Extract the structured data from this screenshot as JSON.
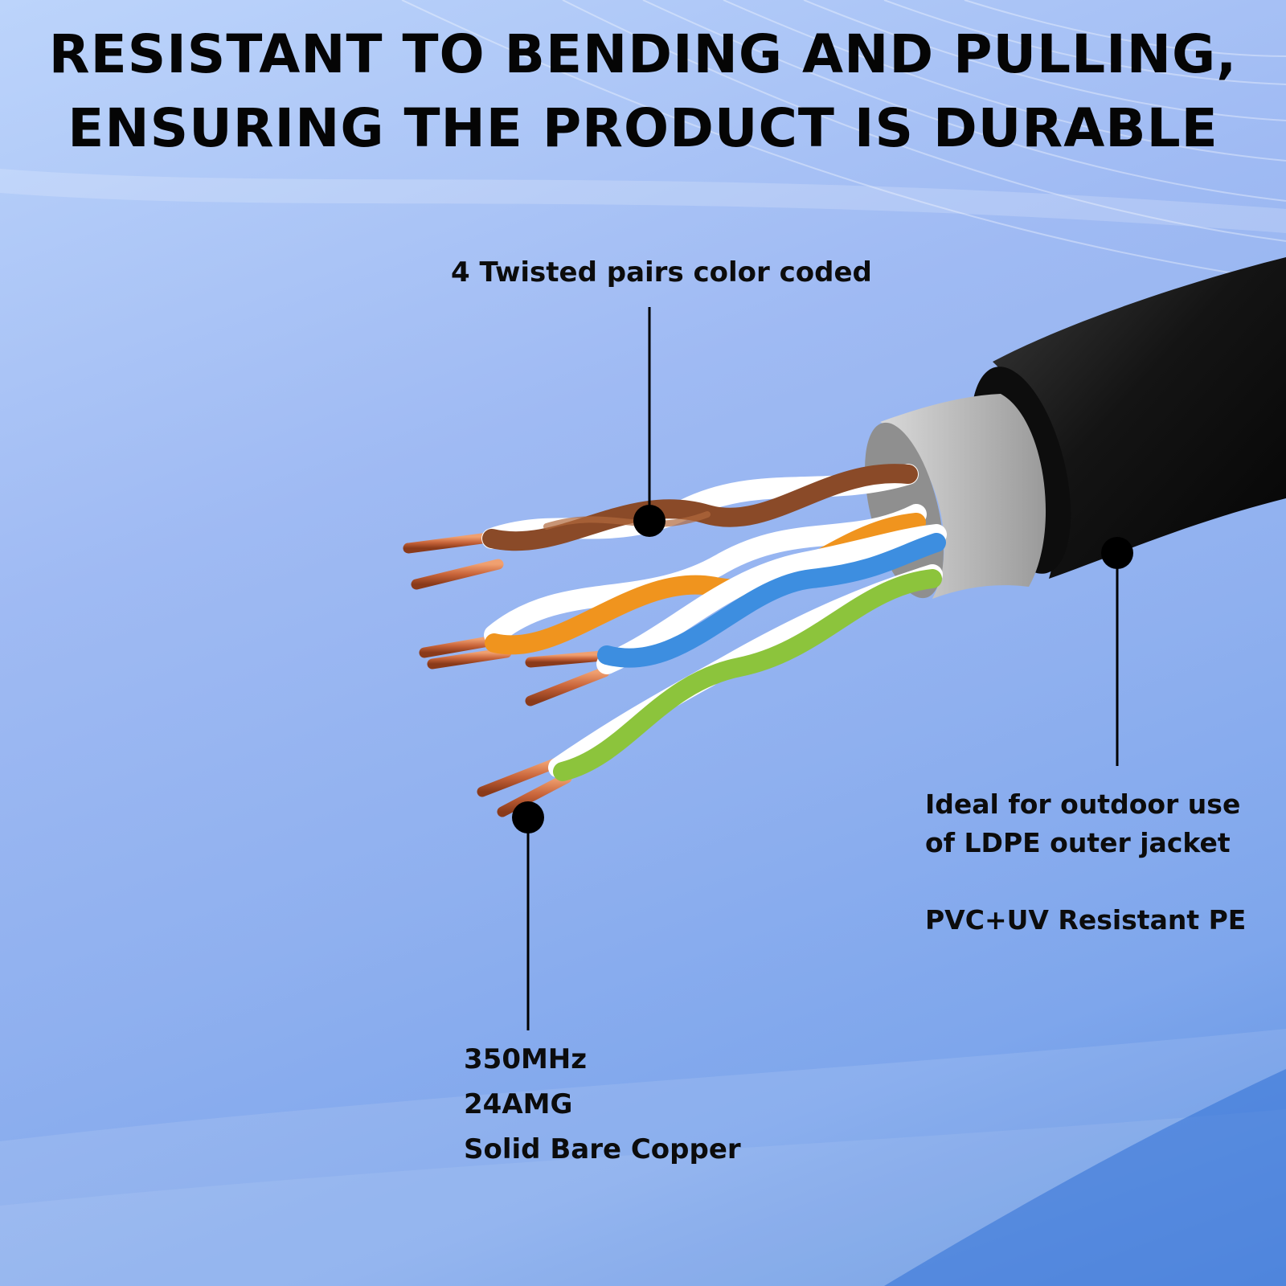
{
  "headline": {
    "line1": "RESISTANT TO BENDING AND PULLING,",
    "line2": "ENSURING THE PRODUCT IS DURABLE"
  },
  "callouts": {
    "pairs": "4 Twisted pairs color coded",
    "outdoor_line1": "Ideal for outdoor use",
    "outdoor_line2": "of LDPE outer jacket",
    "pvc": "PVC+UV Resistant PE",
    "frequency": "350MHz",
    "awg": "24AMG",
    "conductor": "Solid Bare Copper"
  },
  "colors": {
    "jacket": "#1a1a1a",
    "inner_sheath": "#b9b9b9",
    "copper": "#c8643a",
    "pair_brown": "#8a4a28",
    "pair_orange": "#f0941e",
    "pair_blue": "#3d8ee0",
    "pair_green": "#8cc43c",
    "background_top": "#bcd4fb",
    "background_bottom": "#5a8ee0"
  }
}
